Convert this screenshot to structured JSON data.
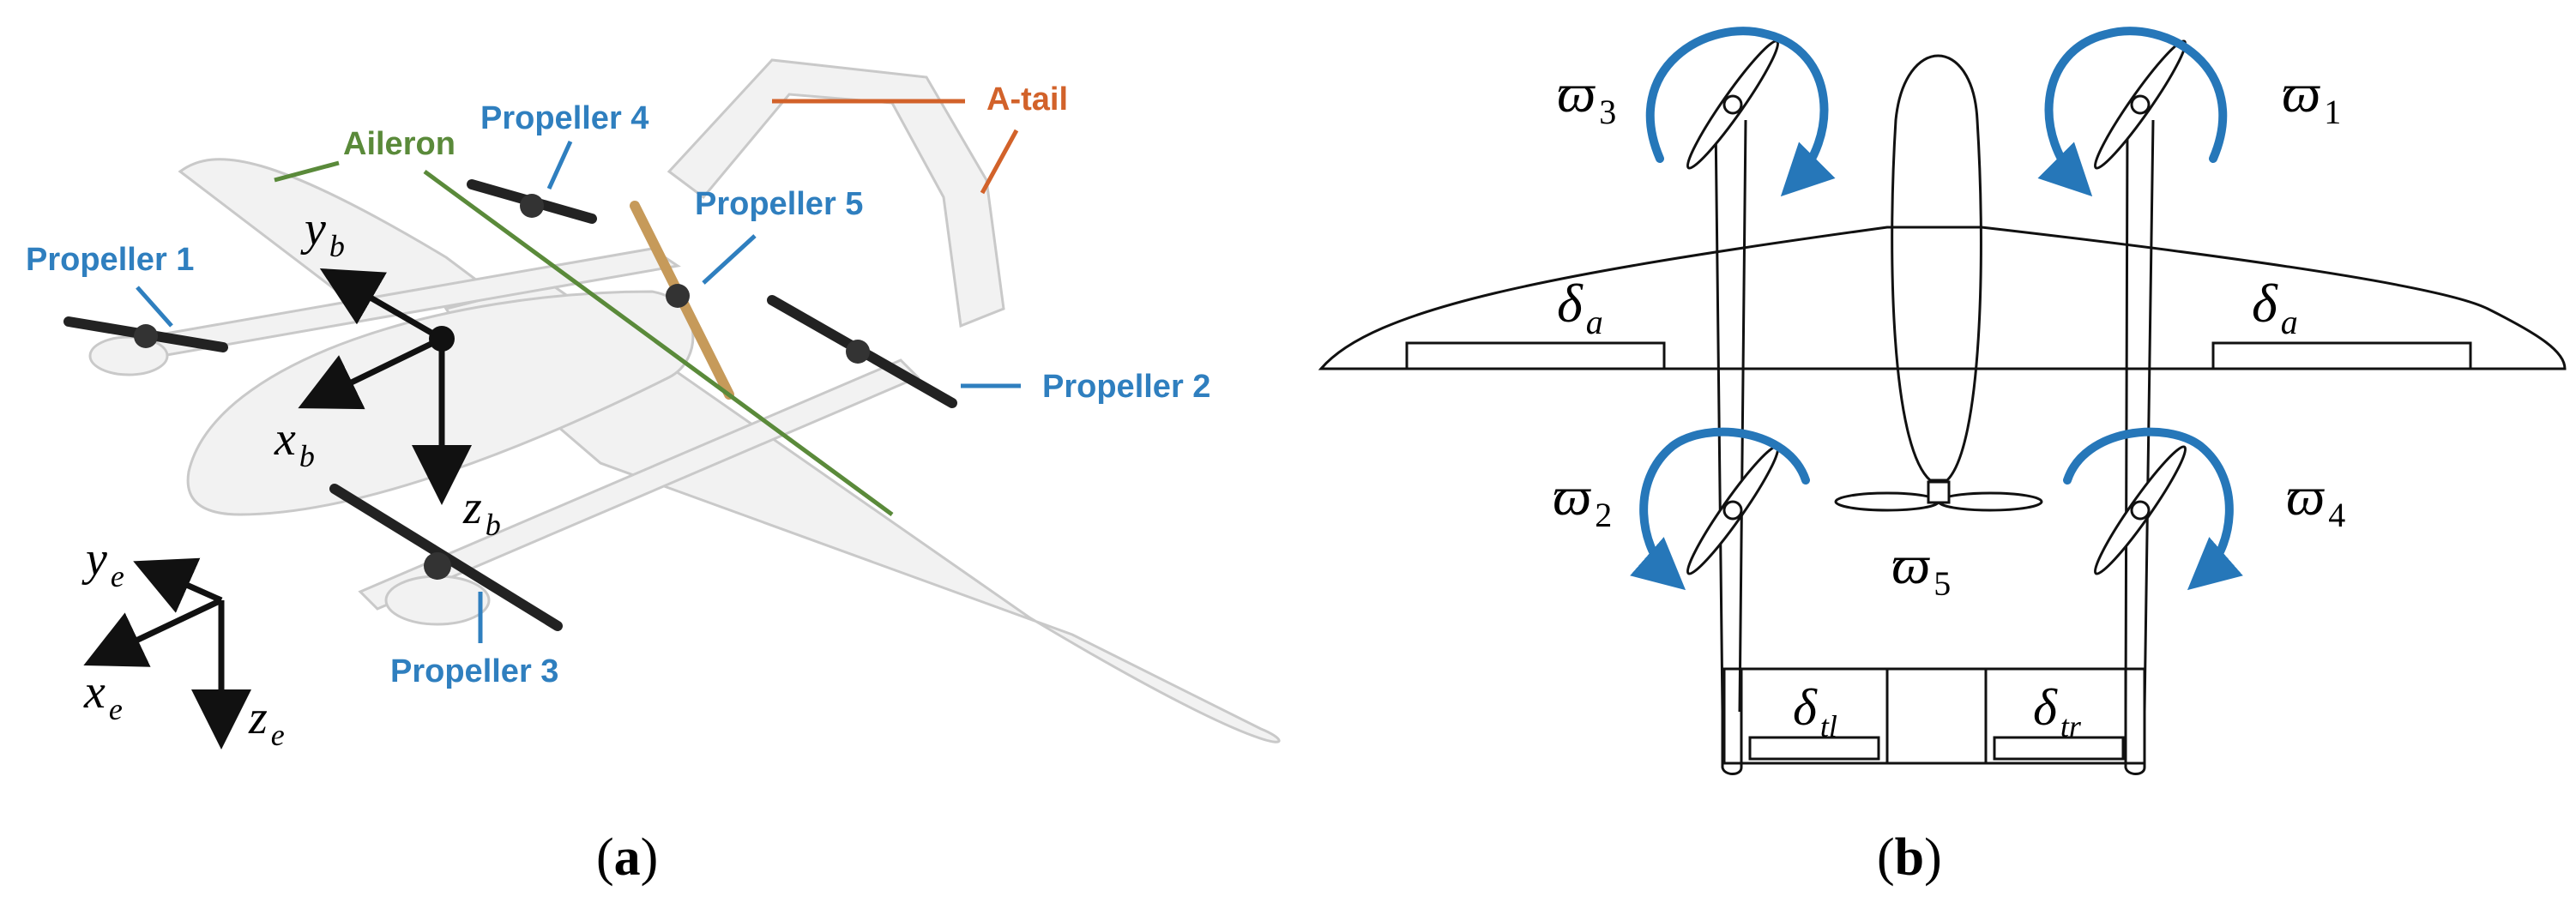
{
  "colors": {
    "blue_label": "#2f7fbf",
    "green_label": "#5a8a3a",
    "orange_label": "#d2622a",
    "arrow_blue": "#2677b9",
    "ink": "#111111"
  },
  "panel_a": {
    "labels": {
      "aileron": "Aileron",
      "a_tail": "A-tail",
      "propeller_1": "Propeller 1",
      "propeller_2": "Propeller 2",
      "propeller_3": "Propeller 3",
      "propeller_4": "Propeller 4",
      "propeller_5": "Propeller 5"
    },
    "body_axes": {
      "x": "x",
      "y": "y",
      "z": "z",
      "sub": "b"
    },
    "earth_axes": {
      "x": "x",
      "y": "y",
      "z": "z",
      "sub": "e"
    },
    "caption": {
      "open": "(",
      "letter": "a",
      "close": ")"
    }
  },
  "panel_b": {
    "rotor_symbol": "ϖ",
    "rotors": {
      "w1": "1",
      "w2": "2",
      "w3": "3",
      "w4": "4",
      "w5": "5"
    },
    "delta_symbol": "δ",
    "surfaces": {
      "aileron_left": "a",
      "aileron_right": "a",
      "tail_left": "tl",
      "tail_right": "tr"
    },
    "caption": {
      "open": "(",
      "letter": "b",
      "close": ")"
    }
  }
}
